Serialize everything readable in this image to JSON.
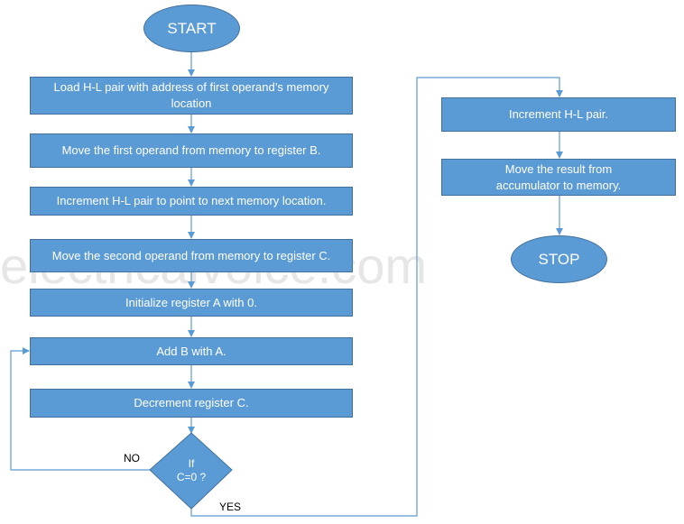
{
  "watermark": "electricalvoice.com",
  "nodes": {
    "start": "START",
    "step1": "Load H-L pair with address of first operand’s memory location",
    "step2": "Move the first operand from memory to register B.",
    "step3": "Increment H-L pair to point to next memory location.",
    "step4": "Move the second operand from memory to register C.",
    "step5": "Initialize register A with 0.",
    "step6": "Add B with A.",
    "step7": "Decrement register C.",
    "decision_line1": "If",
    "decision_line2": "C=0 ?",
    "step8": "Increment H-L pair.",
    "step9": "Move the result from accumulator to memory.",
    "stop": "STOP"
  },
  "edge_labels": {
    "no": "NO",
    "yes": "YES"
  },
  "colors": {
    "fill": "#5b9bd5",
    "border": "#41719c",
    "connector": "#5b9bd5"
  }
}
